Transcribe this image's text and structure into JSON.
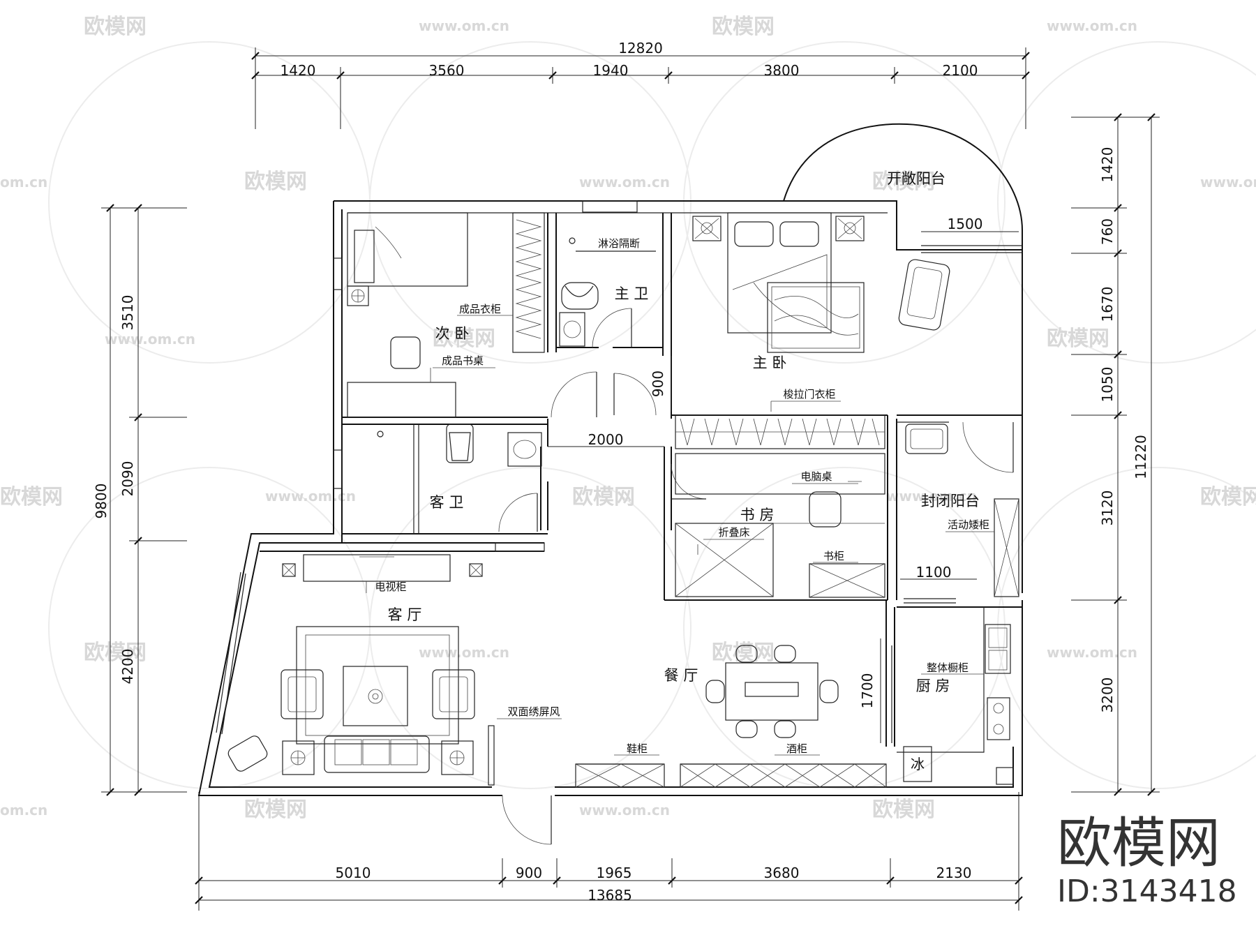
{
  "watermark": {
    "logo_text": "欧模网",
    "url_text": "www.om.cn",
    "url_short": "om.cn"
  },
  "dimensions": {
    "top_total": "12820",
    "top_segments": [
      "1420",
      "3560",
      "1940",
      "3800",
      "2100"
    ],
    "bottom_total": "13685",
    "bottom_segments": [
      "5010",
      "900",
      "1965",
      "3680",
      "2130"
    ],
    "left_total": "9800",
    "left_segments": [
      "3510",
      "2090",
      "4200"
    ],
    "right_total": "11220",
    "right_segments": [
      "1420",
      "760",
      "1670",
      "1050",
      "3120",
      "3200"
    ],
    "inner_2000": "2000",
    "inner_900": "900",
    "inner_1500": "1500",
    "inner_1100": "1100",
    "inner_1700": "1700"
  },
  "rooms": {
    "second_bedroom": "次 卧",
    "master_bath": "主 卫",
    "master_bedroom": "主 卧",
    "open_balcony": "开敞阳台",
    "guest_bath": "客 卫",
    "study": "书 房",
    "closed_balcony": "封闭阳台",
    "living_room": "客 厅",
    "dining_room": "餐 厅",
    "kitchen": "厨 房"
  },
  "labels": {
    "wardrobe": "成品衣柜",
    "desk": "成品书桌",
    "shower_partition": "淋浴隔断",
    "sliding_wardrobe": "梭拉门衣柜",
    "computer_desk": "电脑桌",
    "folding_bed": "折叠床",
    "bookcase": "书柜",
    "movable_cabinet": "活动矮柜",
    "tv_cabinet": "电视柜",
    "double_screen": "双面绣屏风",
    "shoe_cabinet": "鞋柜",
    "wine_cabinet": "酒柜",
    "kitchen_cabinet": "整体橱柜",
    "fridge": "冰"
  },
  "brand": {
    "name": "欧模网",
    "id": "ID:3143418"
  }
}
